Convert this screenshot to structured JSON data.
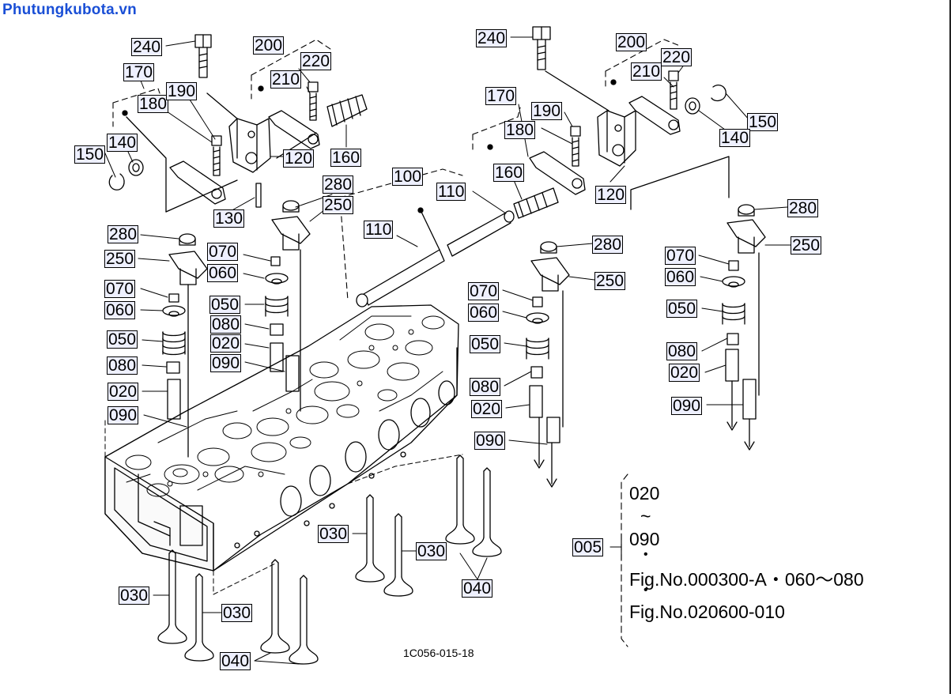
{
  "site_title": "Phutungkubota.vn",
  "drawing_code": "1C056-015-18",
  "callouts": [
    {
      "id": "c-240-a",
      "label": "240"
    },
    {
      "id": "c-200-a",
      "label": "200"
    },
    {
      "id": "c-220-a",
      "label": "220"
    },
    {
      "id": "c-170-a",
      "label": "170"
    },
    {
      "id": "c-210-a",
      "label": "210"
    },
    {
      "id": "c-180-a",
      "label": "180"
    },
    {
      "id": "c-190-a",
      "label": "190"
    },
    {
      "id": "c-140-a",
      "label": "140"
    },
    {
      "id": "c-150-a",
      "label": "150"
    },
    {
      "id": "c-120-a",
      "label": "120"
    },
    {
      "id": "c-160-a",
      "label": "160"
    },
    {
      "id": "c-130",
      "label": "130"
    },
    {
      "id": "c-280-a",
      "label": "280"
    },
    {
      "id": "c-250-a",
      "label": "250"
    },
    {
      "id": "c-280-b",
      "label": "280"
    },
    {
      "id": "c-250-b",
      "label": "250"
    },
    {
      "id": "c-070-a",
      "label": "070"
    },
    {
      "id": "c-060-a",
      "label": "060"
    },
    {
      "id": "c-050-a",
      "label": "050"
    },
    {
      "id": "c-080-a",
      "label": "080"
    },
    {
      "id": "c-020-a",
      "label": "020"
    },
    {
      "id": "c-090-a",
      "label": "090"
    },
    {
      "id": "c-070-b",
      "label": "070"
    },
    {
      "id": "c-060-b",
      "label": "060"
    },
    {
      "id": "c-050-b",
      "label": "050"
    },
    {
      "id": "c-080-b",
      "label": "080"
    },
    {
      "id": "c-020-b",
      "label": "020"
    },
    {
      "id": "c-090-b",
      "label": "090"
    },
    {
      "id": "c-100",
      "label": "100"
    },
    {
      "id": "c-110-a",
      "label": "110"
    },
    {
      "id": "c-110-b",
      "label": "110"
    },
    {
      "id": "c-240-b",
      "label": "240"
    },
    {
      "id": "c-200-b",
      "label": "200"
    },
    {
      "id": "c-220-b",
      "label": "220"
    },
    {
      "id": "c-210-b",
      "label": "210"
    },
    {
      "id": "c-170-b",
      "label": "170"
    },
    {
      "id": "c-190-b",
      "label": "190"
    },
    {
      "id": "c-180-b",
      "label": "180"
    },
    {
      "id": "c-160-b",
      "label": "160"
    },
    {
      "id": "c-120-b",
      "label": "120"
    },
    {
      "id": "c-150-b",
      "label": "150"
    },
    {
      "id": "c-140-b",
      "label": "140"
    },
    {
      "id": "c-280-c",
      "label": "280"
    },
    {
      "id": "c-250-c",
      "label": "250"
    },
    {
      "id": "c-070-c",
      "label": "070"
    },
    {
      "id": "c-060-c",
      "label": "060"
    },
    {
      "id": "c-050-c",
      "label": "050"
    },
    {
      "id": "c-080-c",
      "label": "080"
    },
    {
      "id": "c-020-c",
      "label": "020"
    },
    {
      "id": "c-090-c",
      "label": "090"
    },
    {
      "id": "c-280-d",
      "label": "280"
    },
    {
      "id": "c-250-d",
      "label": "250"
    },
    {
      "id": "c-070-d",
      "label": "070"
    },
    {
      "id": "c-060-d",
      "label": "060"
    },
    {
      "id": "c-050-d",
      "label": "050"
    },
    {
      "id": "c-080-d",
      "label": "080"
    },
    {
      "id": "c-020-d",
      "label": "020"
    },
    {
      "id": "c-090-d",
      "label": "090"
    },
    {
      "id": "c-030-a",
      "label": "030"
    },
    {
      "id": "c-030-b",
      "label": "030"
    },
    {
      "id": "c-040-a",
      "label": "040"
    },
    {
      "id": "c-030-c",
      "label": "030"
    },
    {
      "id": "c-030-d",
      "label": "030"
    },
    {
      "id": "c-040-b",
      "label": "040"
    },
    {
      "id": "c-005",
      "label": "005"
    }
  ],
  "assembly_note": {
    "from": "020",
    "tilde": "~",
    "to": "090",
    "bullet": "•",
    "ref_1": "Fig.No.000300-A・060～080",
    "ref_2": "Fig.No.020600-010"
  }
}
